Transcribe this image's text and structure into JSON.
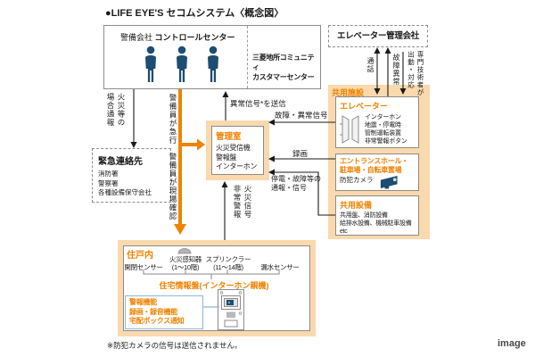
{
  "title": "●LIFE EYE'S セコムシステム〈概念図〉",
  "watermark": "image",
  "footnote": "※防犯カメラの信号は送信されません。",
  "colors": {
    "accent": "#ef8200",
    "panel_bg": "#f9d9ad",
    "navy": "#1d4d72",
    "border_gray": "#8c8c8c",
    "link_blue": "#8fb8d8"
  },
  "icons": {
    "guards": "guard-silhouette-icon",
    "elevator": "elevator-doors-icon",
    "camera": "security-camera-icon",
    "detector": "fire-detector-icon",
    "intercom": "intercom-unit-icon"
  },
  "control_center": {
    "company": "警備会社 ",
    "name": "コントロールセンター",
    "customer_center": "三菱地所コミュニティ\nカスタマーセンター"
  },
  "elevator_company": {
    "label": "エレベーター管理会社"
  },
  "emergency_contacts": {
    "title": "緊急連絡先",
    "items": [
      "消防署",
      "警察署",
      "各種設備保守会社"
    ]
  },
  "management_room": {
    "title": "管理室",
    "items": [
      "火災受信機",
      "警報盤",
      "インターホン"
    ]
  },
  "common_facilities": {
    "title": "共用施設",
    "elevator": {
      "title": "エレベーター",
      "lines": [
        "インターホン",
        "地震・停電時",
        "管制運転装置",
        "非常警報ボタン"
      ]
    },
    "entrance": {
      "title": "エントランスホール・\n駐車場・自転車置場",
      "item": "防犯カメラ"
    },
    "equipment": {
      "title": "共用設備",
      "lines": [
        "共用盤、消防設備",
        "給排水設備、機械駐車設備",
        "etc"
      ]
    }
  },
  "dwelling": {
    "title": "住戸内",
    "sensors": [
      "開閉センサー",
      "火災感知器\n(1〜10階)",
      "スプリンクラー\n(11〜14階)",
      "漏水センサー"
    ],
    "panel_title": "住宅情報盤(インターホン親機)",
    "features": [
      "警報機能",
      "録画・録音機能",
      "宅配ボックス通知"
    ]
  },
  "labels": {
    "fire_report": "火災等の\n場合通報",
    "guard_rush": "警備員が急行",
    "guard_check": "警備員が現場確認",
    "abnormal_signal": "異常信号*を送信",
    "fault_signal": "故障・異常信号",
    "recording": "録画",
    "power_fault": "停電・故障等の\n通報・信号",
    "fire_alarm_signal": "火災信号\n非常警報",
    "call": "通話",
    "fault_abnormal": "故障異常",
    "technician": "専門技術者が\n出動・対応"
  }
}
